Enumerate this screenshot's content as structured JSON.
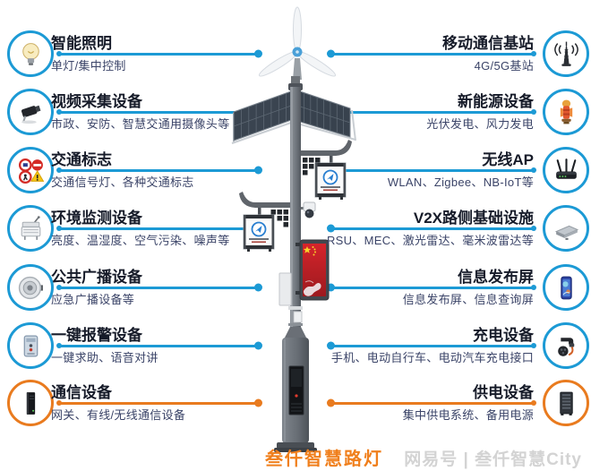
{
  "figure": {
    "caption": "叁仟智慧路灯",
    "watermark": "网易号 | 叁仟智慧City"
  },
  "colors": {
    "accent_blue": "#1c9ad5",
    "accent_orange": "#e97b1f",
    "caption_orange": "#f07f1c",
    "title_text": "#161b29",
    "desc_text": "#3b4468"
  },
  "left_items": [
    {
      "icon": "light-bulb-icon",
      "title": "智能照明",
      "desc": "单灯/集中控制"
    },
    {
      "icon": "cctv-camera-icon",
      "title": "视频采集设备",
      "desc": "市政、安防、智慧交通用摄像头等"
    },
    {
      "icon": "traffic-signs-icon",
      "title": "交通标志",
      "desc": "交通信号灯、各种交通标志"
    },
    {
      "icon": "env-sensor-icon",
      "title": "环境监测设备",
      "desc": "亮度、温湿度、空气污染、噪声等"
    },
    {
      "icon": "speaker-icon",
      "title": "公共广播设备",
      "desc": "应急广播设备等"
    },
    {
      "icon": "alarm-panel-icon",
      "title": "一键报警设备",
      "desc": "一键求助、语音对讲"
    },
    {
      "icon": "gateway-icon",
      "title": "通信设备",
      "desc": "网关、有线/无线通信设备"
    }
  ],
  "right_items": [
    {
      "icon": "base-station-icon",
      "title": "移动通信基站",
      "desc": "4G/5G基站"
    },
    {
      "icon": "new-energy-icon",
      "title": "新能源设备",
      "desc": "光伏发电、风力发电"
    },
    {
      "icon": "wifi-router-icon",
      "title": "无线AP",
      "desc": "WLAN、Zigbee、NB-IoT等"
    },
    {
      "icon": "lidar-icon",
      "title": "V2X路侧基础设施",
      "desc": "RSU、MEC、激光雷达、毫米波雷达等"
    },
    {
      "icon": "info-screen-icon",
      "title": "信息发布屏",
      "desc": "信息发布屏、信息查询屏"
    },
    {
      "icon": "charging-gun-icon",
      "title": "充电设备",
      "desc": "手机、电动自行车、电动汽车充电接口"
    },
    {
      "icon": "power-cabinet-icon",
      "title": "供电设备",
      "desc": "集中供电系统、备用电源"
    }
  ]
}
